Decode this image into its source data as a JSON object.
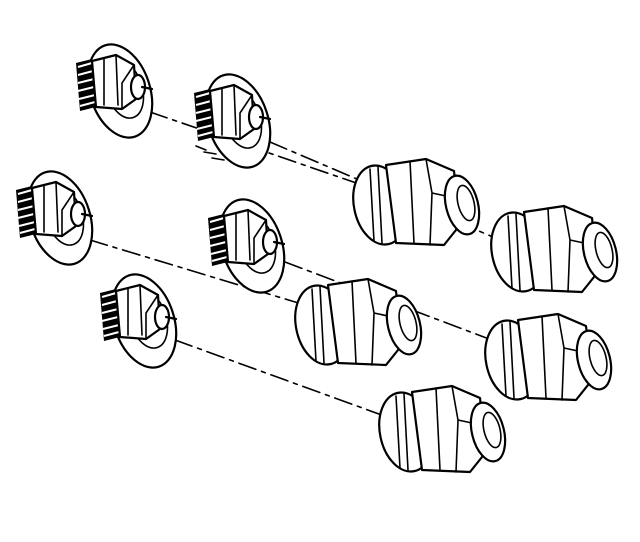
{
  "diagram": {
    "line_color": "#000000",
    "background": "#ffffff",
    "studs": [
      {
        "name": "stud-1",
        "cap": "cap-1"
      },
      {
        "name": "stud-2",
        "cap": "cap-2"
      },
      {
        "name": "stud-3",
        "cap": "cap-3"
      },
      {
        "name": "stud-4",
        "cap": "cap-4"
      },
      {
        "name": "stud-5",
        "cap": "cap-5"
      }
    ]
  }
}
